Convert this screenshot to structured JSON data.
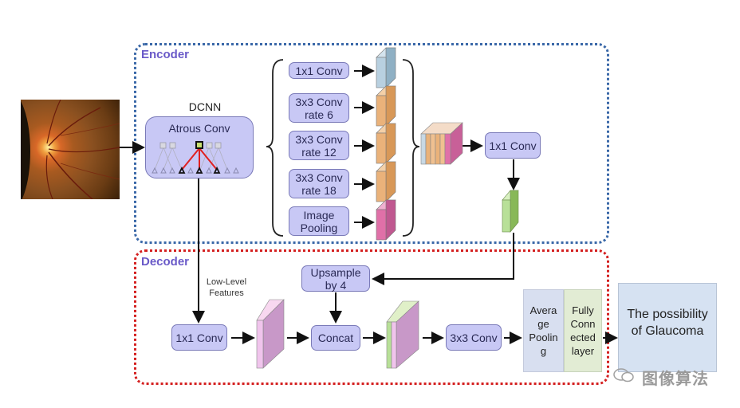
{
  "encoder": {
    "title": "Encoder",
    "dcnn_label": "DCNN",
    "atrous_conv_label": "Atrous Conv",
    "branches": [
      {
        "line1": "1x1 Conv",
        "line2": "",
        "color": "#a9c4d6"
      },
      {
        "line1": "3x3 Conv",
        "line2": "rate 6",
        "color": "#e8b07c"
      },
      {
        "line1": "3x3 Conv",
        "line2": "rate 12",
        "color": "#e8b07c"
      },
      {
        "line1": "3x3 Conv",
        "line2": "rate 18",
        "color": "#e8b07c"
      },
      {
        "line1": "Image",
        "line2": "Pooling",
        "color": "#d870a8"
      }
    ],
    "fuse_conv_label": "1x1 Conv",
    "output_color": "#9ad070"
  },
  "decoder": {
    "title": "Decoder",
    "low_level_label_line1": "Low-Level",
    "low_level_label_line2": "Features",
    "upsample_line1": "Upsample",
    "upsample_line2": "by 4",
    "low_conv_label": "1x1 Conv",
    "concat_label": "Concat",
    "conv3x3_label": "3x3 Conv",
    "avg_pool_label": "Avera ge Poolin g",
    "avg_pool_lines": [
      "Avera",
      "ge",
      "Poolin",
      "g"
    ],
    "fc_lines": [
      "Fully",
      "Conn",
      "ected",
      "layer"
    ]
  },
  "output": {
    "line1": "The possibility",
    "line2": "of Glaucoma"
  },
  "input_image": {
    "description": "retinal fundus image"
  },
  "watermark": {
    "text": "图像算法"
  },
  "colors": {
    "encoder_border": "#3a68a8",
    "decoder_border": "#d42020",
    "box_fill": "#c8c8f5",
    "title_color": "#6a5ac8"
  }
}
